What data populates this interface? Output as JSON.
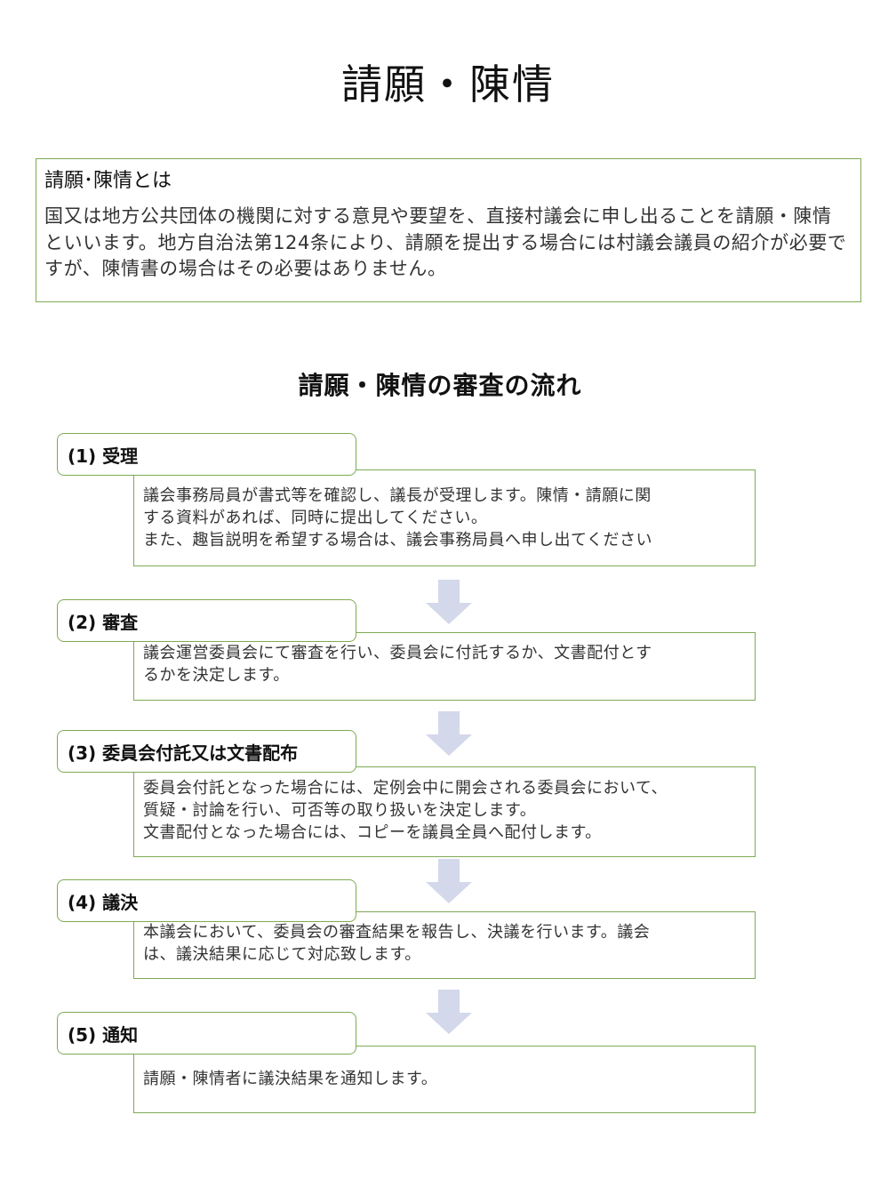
{
  "page": {
    "title": "請願・陳情"
  },
  "intro": {
    "heading": "請願･陳情とは",
    "body": "国又は地方公共団体の機関に対する意見や要望を、直接村議会に申し出ることを請願・陳情といいます。地方自治法第124条により、請願を提出する場合には村議会議員の紹介が必要ですが、陳情書の場合はその必要はありません。"
  },
  "flow": {
    "title": "請願・陳情の審査の流れ",
    "arrow_color": "#d3d8ea",
    "border_color": "#7faa55",
    "steps": [
      {
        "label": "(1) 受理",
        "lines": [
          "議会事務局員が書式等を確認し、議長が受理します。陳情・請願に関",
          "する資料があれば、同時に提出してください。",
          "また、趣旨説明を希望する場合は、議会事務局員へ申し出てください"
        ]
      },
      {
        "label": "(2) 審査",
        "lines": [
          "議会運営委員会にて審査を行い、委員会に付託するか、文書配付とす",
          "るかを決定します。"
        ]
      },
      {
        "label": "(3) 委員会付託又は文書配布",
        "lines": [
          "委員会付託となった場合には、定例会中に開会される委員会において、",
          "質疑・討論を行い、可否等の取り扱いを決定します。",
          "文書配付となった場合には、コピーを議員全員へ配付します。"
        ]
      },
      {
        "label": "(4) 議決",
        "lines": [
          "本議会において、委員会の審査結果を報告し、決議を行います。議会",
          "は、議決結果に応じて対応致します。"
        ]
      },
      {
        "label": "(5) 通知",
        "lines": [
          "請願・陳情者に議決結果を通知します。"
        ]
      }
    ]
  }
}
